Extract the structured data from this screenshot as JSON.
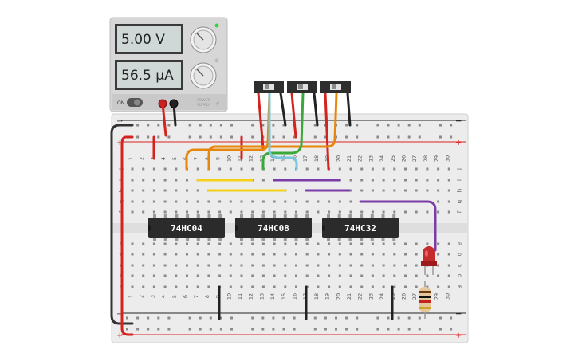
{
  "power_supply": {
    "voltage_display": "5.00 V",
    "current_display": "56.5 µA",
    "power_button_label": "ON",
    "model_line1": "POWER",
    "model_line2": "SUPPLY"
  },
  "breadboard": {
    "plus_sign": "+",
    "minus_sign": "−",
    "row_letters_top": [
      "j",
      "i",
      "h",
      "g",
      "f"
    ],
    "row_letters_bottom": [
      "e",
      "d",
      "c",
      "b",
      "a"
    ],
    "columns": 30
  },
  "chips": [
    {
      "label": "74HC04"
    },
    {
      "label": "74HC08"
    },
    {
      "label": "74HC32"
    }
  ],
  "switches": [
    "switch-1",
    "switch-2",
    "switch-3"
  ],
  "components": [
    "led-red",
    "resistor"
  ],
  "colors": {
    "wire_red": "#d2231f",
    "wire_black": "#222222",
    "wire_orange": "#e8860c",
    "wire_green": "#3aa83a",
    "wire_cyan": "#7ac7dd",
    "wire_yellow": "#f5d018",
    "wire_purple": "#7a3da8",
    "chip": "#2b2b2b",
    "board": "#ececec"
  }
}
